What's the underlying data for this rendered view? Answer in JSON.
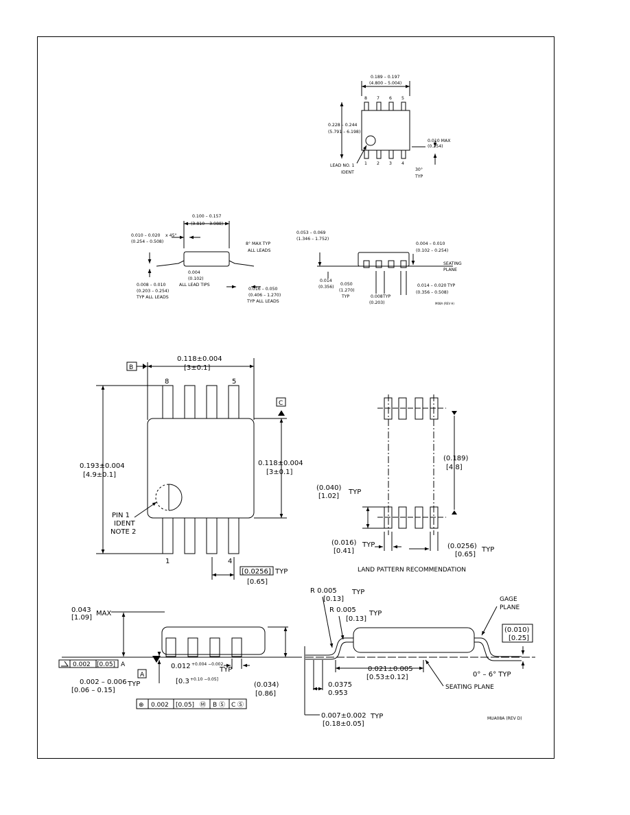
{
  "so8": {
    "top": {
      "width_in": "0.189 – 0.197",
      "width_mm": "(4.800 – 5.004)",
      "height_in": "0.228 – 0.244",
      "height_mm": "(5.791 – 6.198)",
      "pins_top": [
        "8",
        "7",
        "6",
        "5"
      ],
      "pins_bottom": [
        "1",
        "2",
        "3",
        "4"
      ],
      "lead_ident": [
        "LEAD NO. 1",
        "IDENT"
      ],
      "max_in": "0.010 MAX",
      "max_mm": "(0.254)",
      "angle": [
        "30°",
        "TYP"
      ]
    },
    "side_left": {
      "body_in": "0.100 – 0.157",
      "body_mm": "(3.810 – 3.988)",
      "chamfer_in": "0.010 – 0.020",
      "chamfer_suffix": "x 45°",
      "chamfer_mm": "(0.254 – 0.508)",
      "angle_label": [
        "8° MAX TYP",
        "ALL LEADS"
      ],
      "lead_tip_in": "0.004",
      "lead_tip_mm": "(0.102)",
      "lead_tip_note": "ALL LEAD TIPS",
      "thick_in": "0.008 – 0.010",
      "thick_mm": "(0.203 – 0.254)",
      "thick_note": "TYP ALL LEADS",
      "foot_in": "0.016 – 0.050",
      "foot_mm": "(0.406 – 1.270)",
      "foot_note": "TYP ALL LEADS"
    },
    "side_right": {
      "height_in": "0.053 – 0.069",
      "height_mm": "(1.346 – 1.752)",
      "standoff_in": "0.004 – 0.010",
      "standoff_mm": "(0.102 – 0.254)",
      "seating": [
        "SEATING",
        "PLANE"
      ],
      "lead_in": "0.014",
      "lead_mm": "(0.356)",
      "pitch_in": "0.050",
      "pitch_mm": "(1.270)",
      "pitch_typ": "TYP",
      "lw_in": "0.008",
      "lw_mm": "(0.203)",
      "lw_typ": "TYP",
      "lead_w_in": "0.014 – 0.020",
      "lead_w_mm": "(0.356 – 0.508)",
      "lead_w_typ": "TYP",
      "code": "M08A (REV H)"
    }
  },
  "msop": {
    "top": {
      "datum_b": "B",
      "datum_c": "C",
      "width_in": "0.118±0.004",
      "width_mm": "[3±0.1]",
      "pin_8": "8",
      "pin_5": "5",
      "pin_1": "1",
      "pin_4": "4",
      "length_in": "0.193±0.004",
      "length_mm": "[4.9±0.1]",
      "body_in": "0.118±0.004",
      "body_mm": "[3±0.1]",
      "pin_ident": [
        "PIN 1",
        "IDENT",
        "NOTE 2"
      ],
      "pitch_in": "[0.0256]",
      "pitch_typ": "TYP",
      "pitch_mm": "[0.65]"
    },
    "land": {
      "span_in": "(0.189)",
      "span_mm": "[4.8]",
      "pad_len_in": "(0.040)",
      "pad_len_typ": "TYP",
      "pad_len_mm": "[1.02]",
      "pad_w_in": "(0.016)",
      "pad_w_typ": "TYP",
      "pad_w_mm": "[0.41]",
      "pitch_in": "(0.0256)",
      "pitch_typ": "TYP",
      "pitch_mm": "[0.65]",
      "caption": "LAND PATTERN RECOMMENDATION"
    },
    "side": {
      "height_in": "0.043",
      "height_mm": "[1.09]",
      "height_max": "MAX",
      "coplanarity": [
        "0.002",
        "[0.05]",
        "A"
      ],
      "datum_a": "A",
      "standoff_in": "0.002 – 0.006",
      "standoff_mm": "[0.06 – 0.15]",
      "standoff_typ": "TYP",
      "lead_in": "0.012",
      "lead_tol": "+0.004 −0.002",
      "lead_typ": "TYP",
      "lead_mm": "[0.3",
      "lead_mm_tol": "+0.10 −0.05]",
      "body_in": "(0.034)",
      "body_mm": "[0.86]",
      "fcf": [
        "⊕",
        "0.002",
        "[0.05]",
        "Ⓜ",
        "B",
        "Ⓢ",
        "C",
        "Ⓢ"
      ]
    },
    "detail": {
      "r1_in": "R 0.005",
      "r1_typ": "TYP",
      "r1_mm": "[0.13]",
      "r2_in": "R 0.005",
      "r2_typ": "TYP",
      "r2_mm": "[0.13]",
      "gage": [
        "GAGE",
        "PLANE"
      ],
      "gage_in": "(0.010)",
      "gage_mm": "[0.25]",
      "foot_in": "0.021±0.005",
      "foot_mm": "[0.53±0.12]",
      "angle": "0° – 6° TYP",
      "seating": "SEATING PLANE",
      "len_in": "0.0375",
      "len_mm": "0.953",
      "thick_in": "0.007±0.002",
      "thick_typ": "TYP",
      "thick_mm": "[0.18±0.05]",
      "code": "MUA08A (REV D)"
    }
  }
}
